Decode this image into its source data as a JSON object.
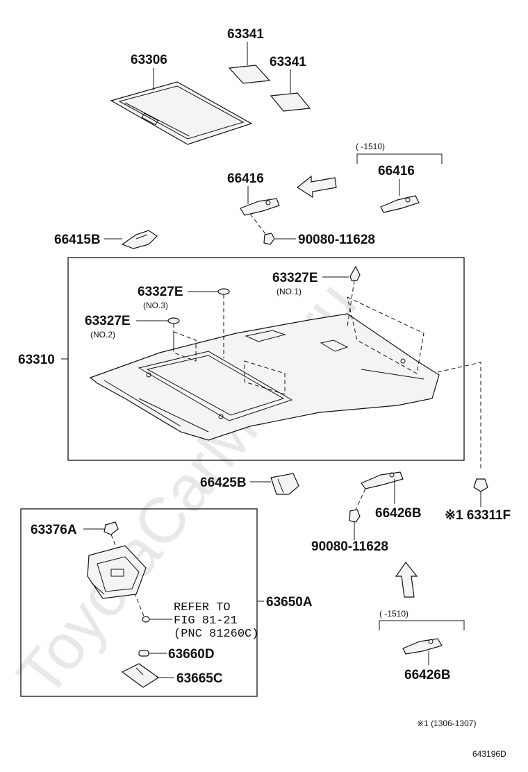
{
  "watermark": "ToyotaCarMine.ru",
  "labels": {
    "p63341_a": "63341",
    "p63341_b": "63341",
    "p63306": "63306",
    "p66416_left": "66416",
    "p66416_right": "66416",
    "bracket_top": "(      -1510)",
    "p66415b": "66415B",
    "p90080_top": "90080-11628",
    "p63327e_no1": "63327E",
    "no1": "(NO.1)",
    "p63327e_no3": "63327E",
    "no3": "(NO.3)",
    "p63327e_no2": "63327E",
    "no2": "(NO.2)",
    "p63310": "63310",
    "p66425b": "66425B",
    "p66426b_top": "66426B",
    "p63311f": "※1 63311F",
    "p90080_bottom": "90080-11628",
    "p63376a": "63376A",
    "p63650a": "63650A",
    "refer_line1": "REFER TO",
    "refer_line2": "FIG 81-21",
    "refer_line3": "(PNC 81260C)",
    "p63660d": "63660D",
    "p63665c": "63665C",
    "bracket_bottom": "(      -1510)",
    "p66426b_bottom": "66426B",
    "footnote": "※1 (1306-1307)",
    "diagram_code": "643196D"
  }
}
